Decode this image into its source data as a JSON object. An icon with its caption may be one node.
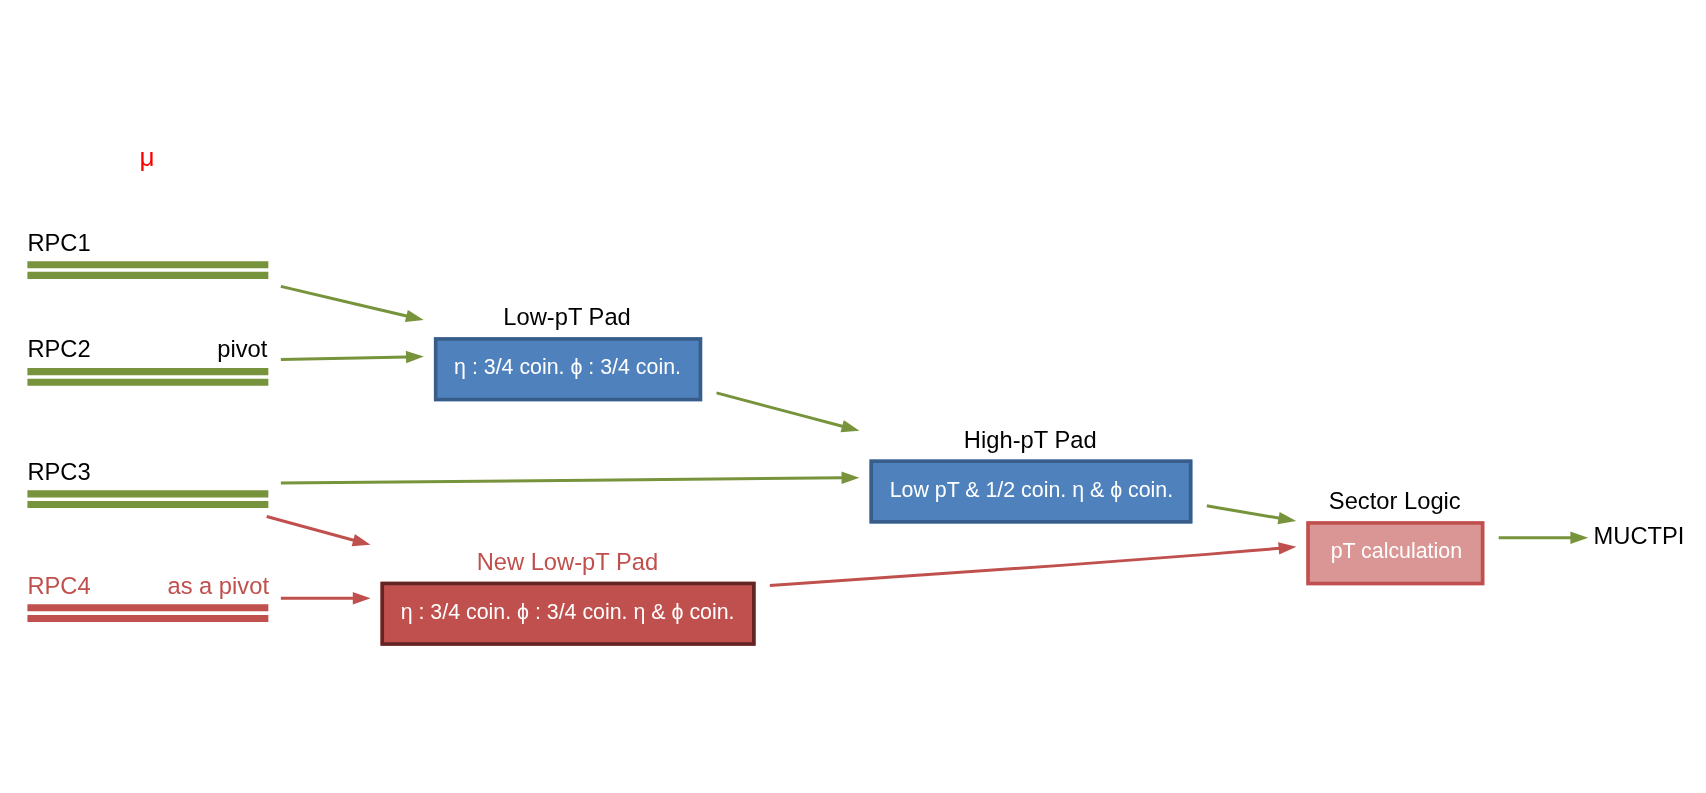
{
  "diagram": {
    "nodes": [
      {
        "text": [
          "RPC1"
        ]
      },
      {
        "text": [
          "RPC2",
          "pivot"
        ]
      },
      {
        "text": [
          "RPC3"
        ]
      },
      {
        "text": [
          "RPC4",
          "as a pivot"
        ]
      },
      {
        "text": [
          "Low-pT Pad",
          "η : 3/4 coin. ϕ : 3/4 coin."
        ]
      },
      {
        "text": [
          "High-pT Pad",
          "Low pT & 1/2 coin. η & ϕ coin."
        ]
      },
      {
        "text": [
          "New Low-pT Pad",
          "η : 3/4 coin. ϕ : 3/4 coin. η & ϕ coin."
        ]
      },
      {
        "text": [
          "Sector Logic",
          "pT calculation"
        ]
      },
      {
        "text": [
          "MUCTPI"
        ]
      }
    ],
    "edges": [
      {
        "from": 0,
        "to": 4,
        "arrow": "to"
      },
      {
        "from": 1,
        "to": 4,
        "arrow": "to"
      },
      {
        "from": 4,
        "to": 5,
        "arrow": "to"
      },
      {
        "from": 2,
        "to": 5,
        "arrow": "to"
      },
      {
        "from": 2,
        "to": 6,
        "arrow": "to",
        "color": "#c0504d"
      },
      {
        "from": 3,
        "to": 6,
        "arrow": "to",
        "color": "#c0504d"
      },
      {
        "from": 5,
        "to": 7,
        "arrow": "to"
      },
      {
        "from": 6,
        "to": 7,
        "arrow": "to",
        "color": "#c0504d"
      },
      {
        "from": 7,
        "to": 8,
        "arrow": "to"
      }
    ],
    "labels": [
      "μ"
    ]
  }
}
